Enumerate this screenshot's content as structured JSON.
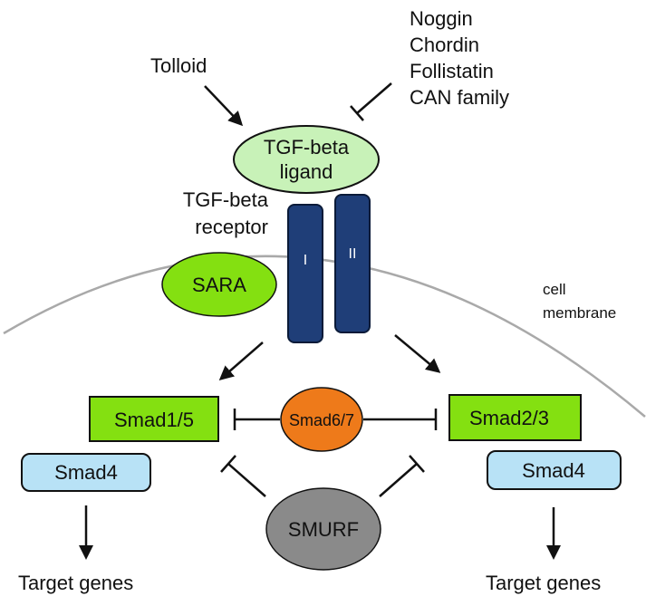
{
  "inhibitors": [
    "Noggin",
    "Chordin",
    "Follistatin",
    "CAN family"
  ],
  "tolloid": "Tolloid",
  "ligand": {
    "line1": "TGF-beta",
    "line2": "ligand"
  },
  "receptor": {
    "line1": "TGF-beta",
    "line2": "receptor",
    "type1": "I",
    "type2": "II"
  },
  "sara": "SARA",
  "membrane": {
    "line1": "cell",
    "line2": "membrane"
  },
  "smad15": "Smad1/5",
  "smad23": "Smad2/3",
  "smad67": "Smad6/7",
  "smad4_left": "Smad4",
  "smad4_right": "Smad4",
  "smurf": "SMURF",
  "target_left": "Target genes",
  "target_right": "Target genes",
  "colors": {
    "ligand_fill": "#c8f2b8",
    "receptor_fill": "#1f3e78",
    "sara_fill": "#84e011",
    "smad_green": "#84e011",
    "smad67_fill": "#ee7a1a",
    "smad4_fill": "#b8e2f6",
    "smurf_fill": "#8a8a8a",
    "membrane_stroke": "#a9a9a9"
  }
}
